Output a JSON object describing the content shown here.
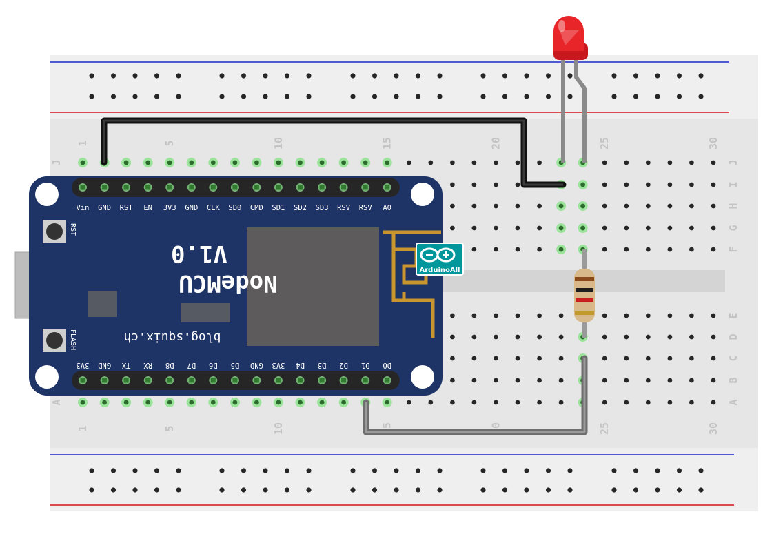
{
  "breadboard": {
    "column_numbers": [
      "1",
      "5",
      "10",
      "15",
      "20",
      "25",
      "30"
    ],
    "row_letters_top": [
      "J",
      "I",
      "H",
      "G",
      "F"
    ],
    "row_letters_bottom": [
      "E",
      "D",
      "C",
      "B",
      "A"
    ]
  },
  "nodemcu": {
    "title": "NodeMCU",
    "version": "V1.0",
    "site": "blog.squix.ch",
    "top_pins": [
      "Vin",
      "GND",
      "RST",
      "EN",
      "3V3",
      "GND",
      "CLK",
      "SD0",
      "CMD",
      "SD1",
      "SD2",
      "SD3",
      "RSV",
      "RSV",
      "A0"
    ],
    "bottom_pins": [
      "3V3",
      "GND",
      "TX",
      "RX",
      "D8",
      "D7",
      "D6",
      "D5",
      "GND",
      "3V3",
      "D4",
      "D3",
      "D2",
      "D1",
      "D0"
    ],
    "rst_label": "RST",
    "flash_label": "FLASH"
  },
  "badge": {
    "text": "ArduinoAll"
  },
  "colors": {
    "board_blue": "#1f3466",
    "breadboard": "#e6e6e6",
    "rail_red": "#d4141a",
    "rail_blue": "#1c27c9",
    "wire_black": "#111111",
    "wire_gray": "#808080",
    "led_red": "#e8262a",
    "antenna_gold": "#c8952e",
    "pin_highlight": "#8ee28e"
  }
}
